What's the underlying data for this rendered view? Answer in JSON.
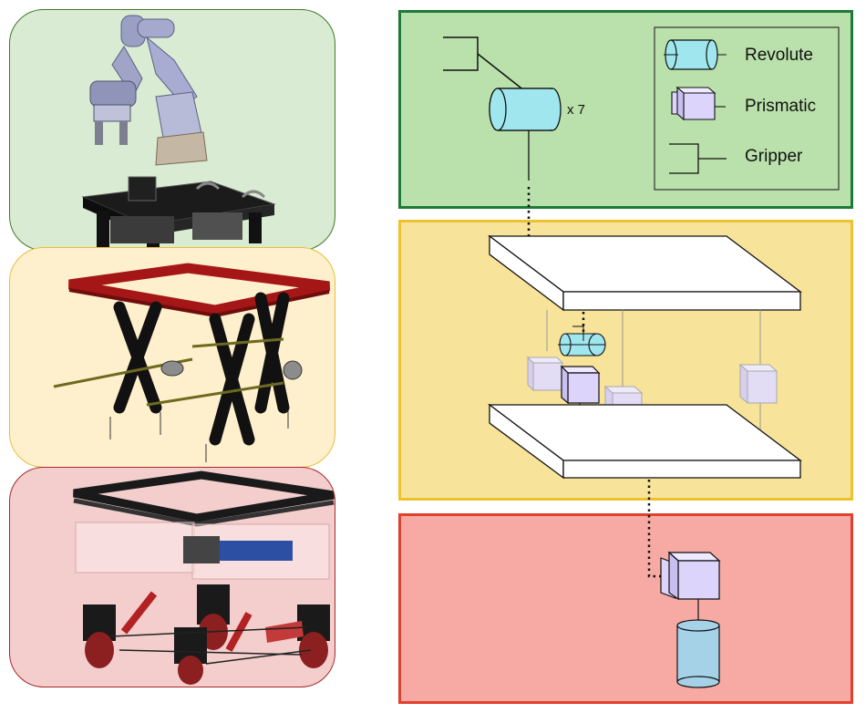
{
  "legend": {
    "items": [
      {
        "icon": "revolute-joint-icon",
        "label": "Revolute"
      },
      {
        "icon": "prismatic-joint-icon",
        "label": "Prismatic"
      },
      {
        "icon": "gripper-icon",
        "label": "Gripper"
      }
    ]
  },
  "arm": {
    "multiplier": "x 7"
  },
  "colors": {
    "green_fill": "#bae1ab",
    "green_border": "#1e7a38",
    "yellow_fill": "#f7e39a",
    "yellow_border": "#edc230",
    "red_fill": "#f6aaa3",
    "red_border": "#e0402e",
    "revolute": "#a0e6ee",
    "prismatic": "#ddd4fb",
    "base_cylinder": "#a6d2e8"
  }
}
